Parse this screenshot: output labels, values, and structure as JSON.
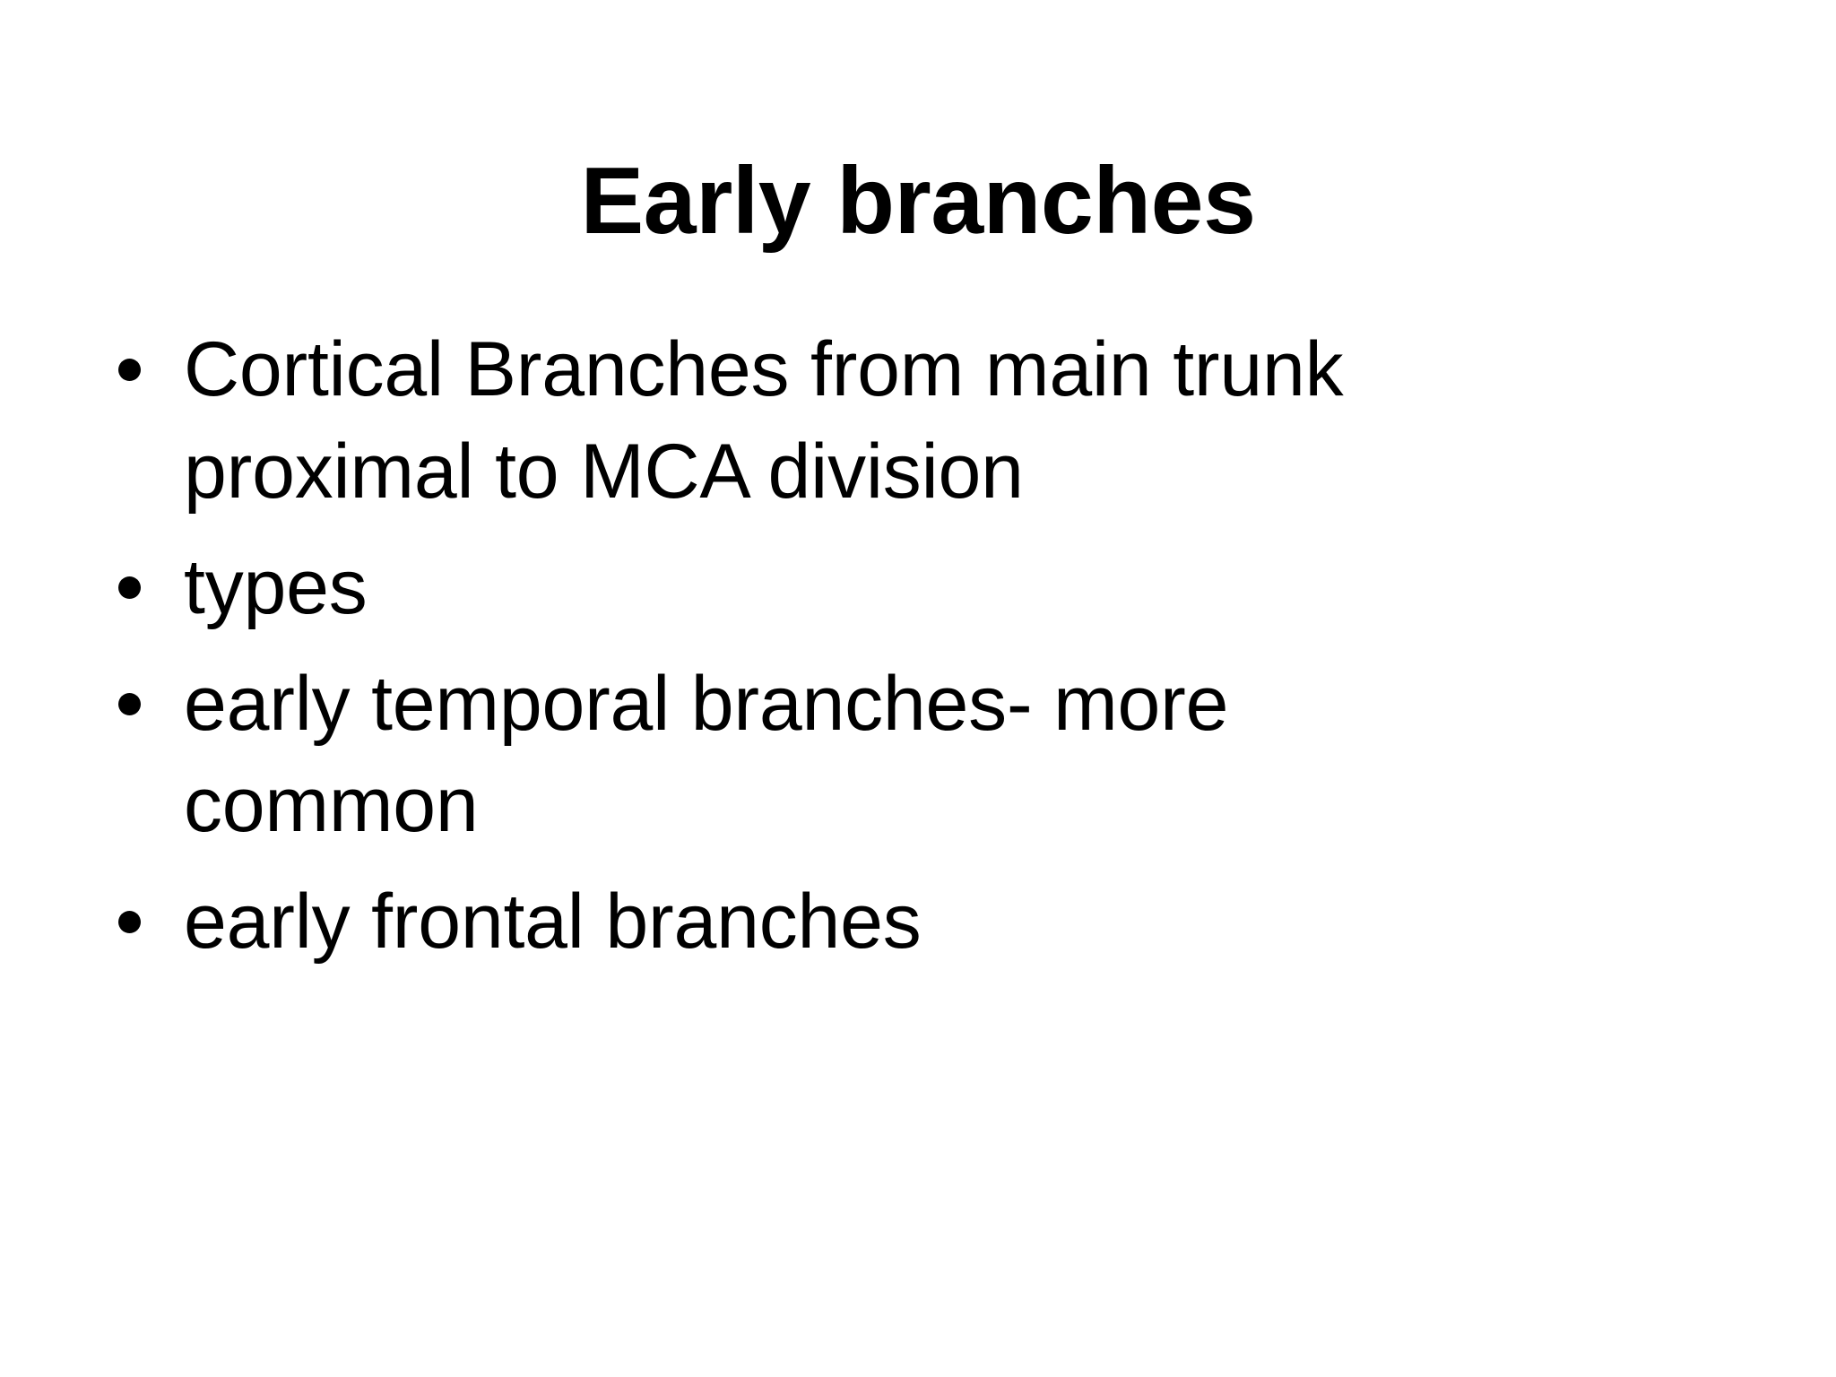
{
  "slide": {
    "background_color": "#ffffff",
    "text_color": "#000000",
    "title": "Early branches",
    "bullets": [
      {
        "text": "Cortical Branches from main trunk proximal to MCA division",
        "marker": "bullet-dot"
      },
      {
        "text": "types",
        "marker": "bullet-dot"
      },
      {
        "text": "early temporal branches- more common",
        "marker": "bullet-dot"
      },
      {
        "text": "early frontal branches",
        "marker": "bullet-dot"
      }
    ]
  }
}
